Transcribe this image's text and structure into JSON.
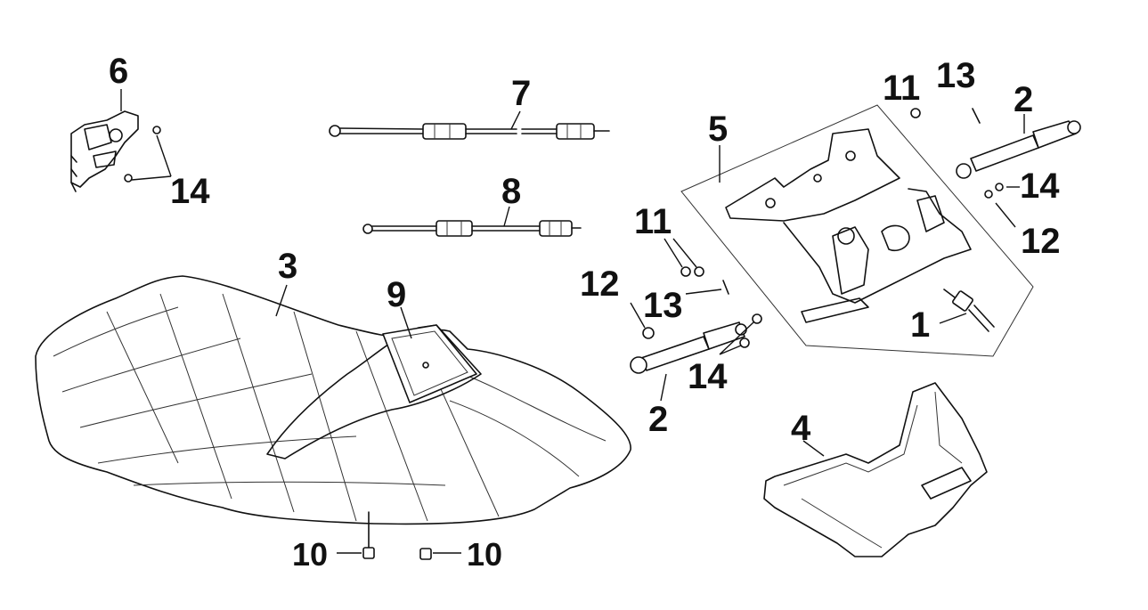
{
  "callouts": {
    "c1": "1",
    "c2_top": "2",
    "c2_bottom": "2",
    "c3": "3",
    "c4": "4",
    "c5": "5",
    "c6": "6",
    "c7": "7",
    "c8": "8",
    "c9": "9",
    "c10_left": "10",
    "c10_right": "10",
    "c11_top": "11",
    "c11_mid": "11",
    "c12_left": "12",
    "c12_right": "12",
    "c13_top": "13",
    "c13_mid": "13",
    "c14_left": "14",
    "c14_right": "14",
    "c14_bottom": "14"
  }
}
